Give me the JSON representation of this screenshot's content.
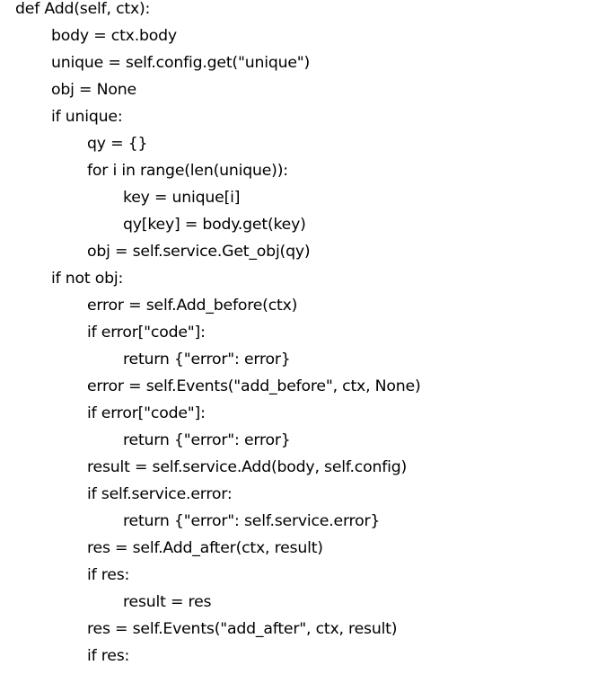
{
  "document": {
    "lines": [
      {
        "indent": 0,
        "text": "def Add(self, ctx):"
      },
      {
        "indent": 1,
        "text": "body = ctx.body"
      },
      {
        "indent": 1,
        "text": "unique = self.config.get(\"unique\")"
      },
      {
        "indent": 1,
        "text": "obj = None"
      },
      {
        "indent": 1,
        "text": "if unique:"
      },
      {
        "indent": 2,
        "text": "qy = {}"
      },
      {
        "indent": 2,
        "text": "for i in range(len(unique)):"
      },
      {
        "indent": 3,
        "text": "key = unique[i]"
      },
      {
        "indent": 3,
        "text": "qy[key] = body.get(key)"
      },
      {
        "indent": 2,
        "text": "obj = self.service.Get_obj(qy)"
      },
      {
        "indent": 1,
        "text": "if not obj:"
      },
      {
        "indent": 2,
        "text": "error = self.Add_before(ctx)"
      },
      {
        "indent": 2,
        "text": "if error[\"code\"]:"
      },
      {
        "indent": 3,
        "text": "return {\"error\": error}"
      },
      {
        "indent": 2,
        "text": "error = self.Events(\"add_before\", ctx, None)"
      },
      {
        "indent": 2,
        "text": "if error[\"code\"]:"
      },
      {
        "indent": 3,
        "text": "return {\"error\": error}"
      },
      {
        "indent": 2,
        "text": "result = self.service.Add(body, self.config)"
      },
      {
        "indent": 2,
        "text": "if self.service.error:"
      },
      {
        "indent": 3,
        "text": "return {\"error\": self.service.error}"
      },
      {
        "indent": 2,
        "text": "res = self.Add_after(ctx, result)"
      },
      {
        "indent": 2,
        "text": "if res:"
      },
      {
        "indent": 3,
        "text": "result = res"
      },
      {
        "indent": 2,
        "text": "res = self.Events(\"add_after\", ctx, result)"
      },
      {
        "indent": 2,
        "text": "if res:"
      }
    ]
  }
}
